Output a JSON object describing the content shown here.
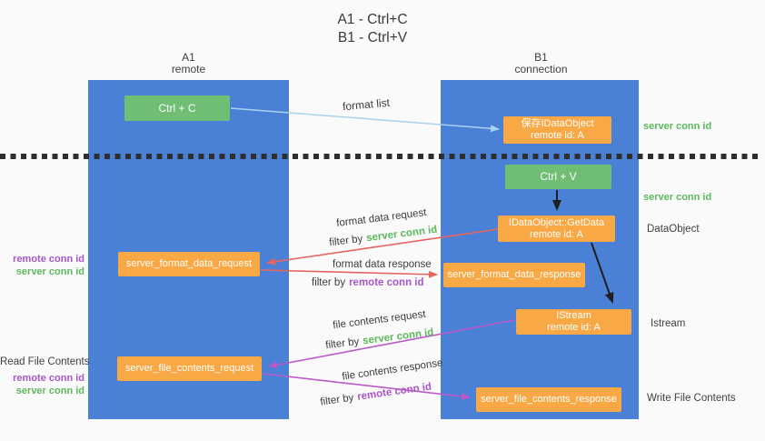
{
  "title": {
    "line1": "A1 - Ctrl+C",
    "line2": "B1 - Ctrl+V"
  },
  "lifelines": {
    "left": {
      "name": "A1",
      "role": "remote"
    },
    "right": {
      "name": "B1",
      "role": "connection"
    }
  },
  "nodes": {
    "ctrl_c": {
      "label": "Ctrl + C"
    },
    "save_idataobject": {
      "line1": "保存IDataObject",
      "line2": "remote id: A"
    },
    "ctrl_v": {
      "label": "Ctrl + V"
    },
    "getdata": {
      "line1": "IDataObject::GetData",
      "line2": "remote id: A"
    },
    "server_format_data_request": {
      "label": "server_format_data_request"
    },
    "server_format_data_response": {
      "label": "server_format_data_response"
    },
    "istream": {
      "line1": "IStream",
      "line2": "remote id: A"
    },
    "server_file_contents_request": {
      "label": "server_file_contents_request"
    },
    "server_file_contents_response": {
      "label": "server_file_contents_response"
    }
  },
  "arrow_labels": {
    "format_list": "format list",
    "format_data_request": "format data request",
    "format_data_response": "format data response",
    "file_contents_request": "file contents request",
    "file_contents_response": "file contents response",
    "filter_by": "filter by",
    "server_conn_id": "server conn id",
    "remote_conn_id": "remote conn id"
  },
  "side_labels": {
    "right_server_conn_id_top": "server conn id",
    "right_server_conn_id_mid": "server conn id",
    "dataobject": "DataObject",
    "istream": "Istream",
    "write_file_contents": "Write File Contents",
    "left_remote_conn_id_top": "remote conn id",
    "left_server_conn_id_top": "server conn id",
    "read_file_contents": "Read File Contents",
    "left_remote_conn_id_bottom": "remote conn id",
    "left_server_conn_id_bottom": "server conn id"
  },
  "colors": {
    "background": "#fafafa",
    "lifeline_blue": "#4a80d6",
    "key_green": "#6fbe74",
    "node_orange": "#f8a844",
    "arrow_lightblue": "#a9d3ee",
    "arrow_red": "#e8645e",
    "arrow_purple": "#bb59c8",
    "arrow_black": "#1f1f1f",
    "text_green": "#5cb85c",
    "text_purple": "#a855c8",
    "divider_black": "#2e2e2e"
  }
}
